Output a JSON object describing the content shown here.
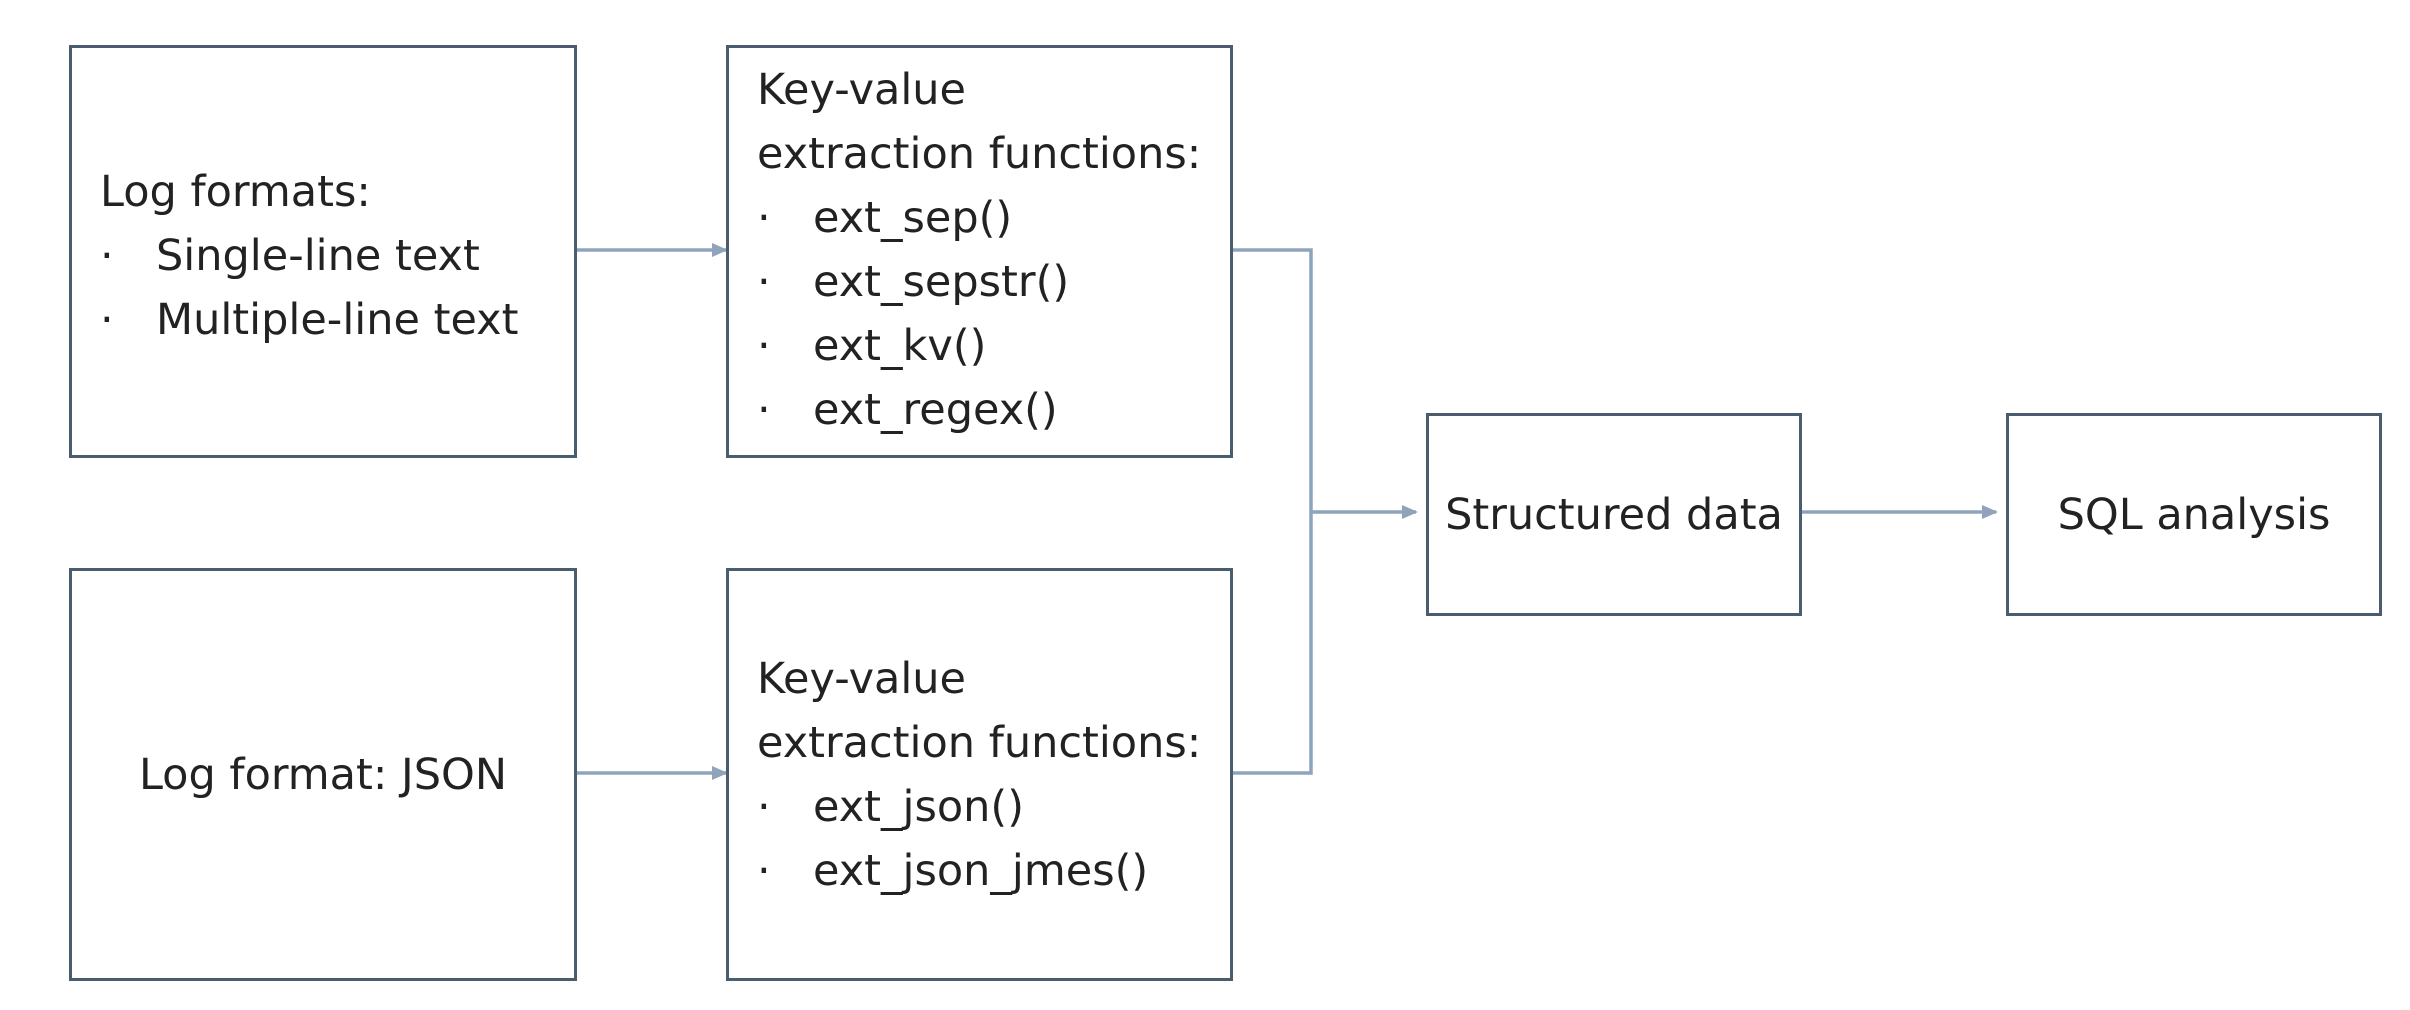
{
  "nodes": {
    "log_formats_text": {
      "heading": "Log formats:",
      "items": [
        "Single-line text",
        "Multiple-line text"
      ]
    },
    "kv_functions_text": {
      "heading_line1": "Key-value",
      "heading_line2": "extraction functions:",
      "items": [
        "ext_sep()",
        "ext_sepstr()",
        "ext_kv()",
        "ext_regex()"
      ]
    },
    "log_format_json": {
      "label": "Log format: JSON"
    },
    "kv_functions_json": {
      "heading_line1": "Key-value",
      "heading_line2": "extraction functions:",
      "items": [
        "ext_json()",
        "ext_json_jmes()"
      ]
    },
    "structured_data": {
      "label": "Structured data"
    },
    "sql_analysis": {
      "label": "SQL analysis"
    }
  },
  "bullet": "·",
  "colors": {
    "border": "#4a5d6e",
    "connector": "#8fa3bb",
    "text": "#222222"
  }
}
